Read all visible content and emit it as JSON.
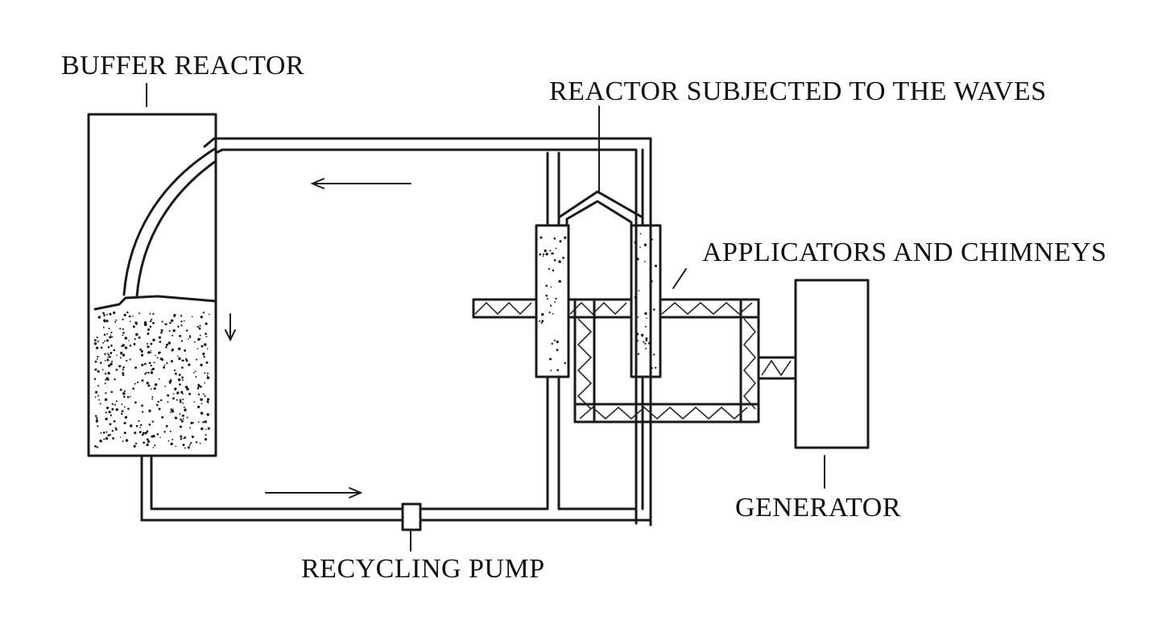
{
  "labels": {
    "buffer_reactor": "BUFFER REACTOR",
    "reactor_waves": "REACTOR SUBJECTED TO THE WAVES",
    "applicators": "APPLICATORS AND CHIMNEYS",
    "generator": "GENERATOR",
    "recycling_pump": "RECYCLING PUMP"
  },
  "colors": {
    "line": "#1a1a1a",
    "background": "#ffffff"
  }
}
